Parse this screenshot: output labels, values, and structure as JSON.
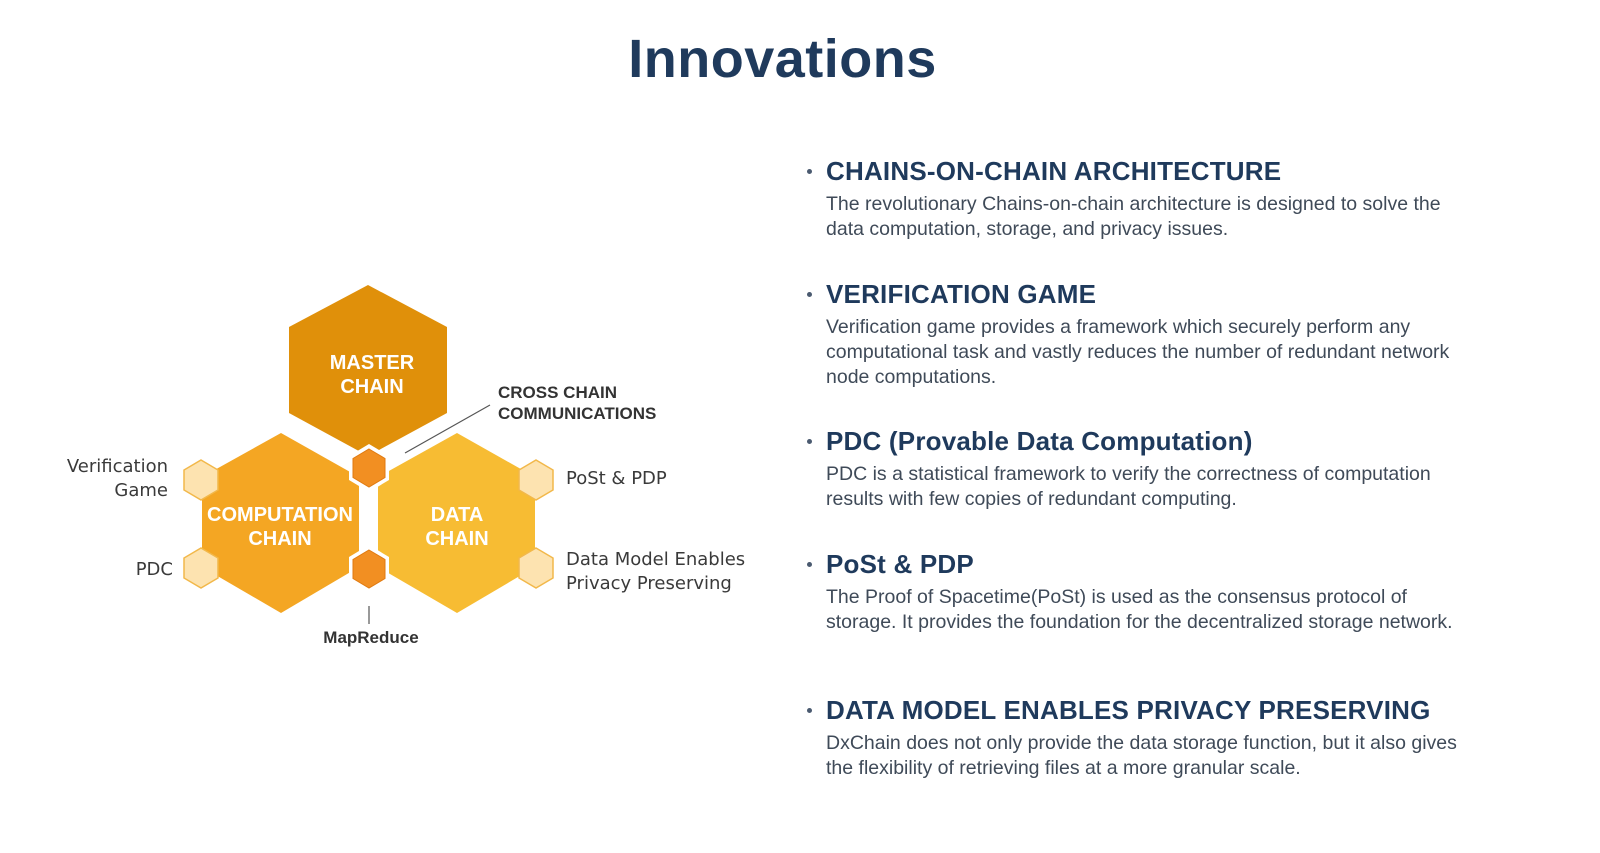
{
  "page": {
    "title": "Innovations"
  },
  "diagram": {
    "hexagons": {
      "master": [
        "MASTER",
        "CHAIN"
      ],
      "computation": [
        "COMPUTATION",
        "CHAIN"
      ],
      "data": [
        "DATA",
        "CHAIN"
      ]
    },
    "callouts": {
      "cross_chain": [
        "CROSS CHAIN",
        "COMMUNICATIONS"
      ],
      "mapreduce": "MapReduce"
    },
    "left_labels": {
      "verification_game": [
        "Verification",
        "Game"
      ],
      "pdc": "PDC"
    },
    "right_labels": {
      "post_pdp": "PoSt & PDP",
      "data_model": [
        "Data Model Enables",
        "Privacy Preserving"
      ]
    },
    "colors": {
      "master": "#e0900a",
      "computation": "#f4a623",
      "data": "#f7bc33",
      "connector": "#f28f22",
      "small_hex_fill": "#fde3b0",
      "small_hex_stroke": "#f2b84a"
    }
  },
  "innovations": [
    {
      "title": "CHAINS-ON-CHAIN ARCHITECTURE",
      "description": "The revolutionary Chains-on-chain architecture is designed to solve the data computation, storage, and privacy issues."
    },
    {
      "title": "VERIFICATION GAME",
      "description": "Verification game provides a framework which securely perform any computational task and vastly reduces the number of redundant network node computations."
    },
    {
      "title": "PDC (Provable Data Computation)",
      "description": "PDC is a statistical framework to verify the correctness of computation results with few copies of redundant computing."
    },
    {
      "title": "PoSt & PDP",
      "description": "The Proof of Spacetime(PoSt) is used as the consensus protocol of storage. It provides the foundation for the decentralized storage network."
    },
    {
      "title": "DATA MODEL ENABLES PRIVACY PRESERVING",
      "description": "DxChain does not only provide the data storage function, but it also gives the flexibility of retrieving files at a more granular scale."
    }
  ]
}
